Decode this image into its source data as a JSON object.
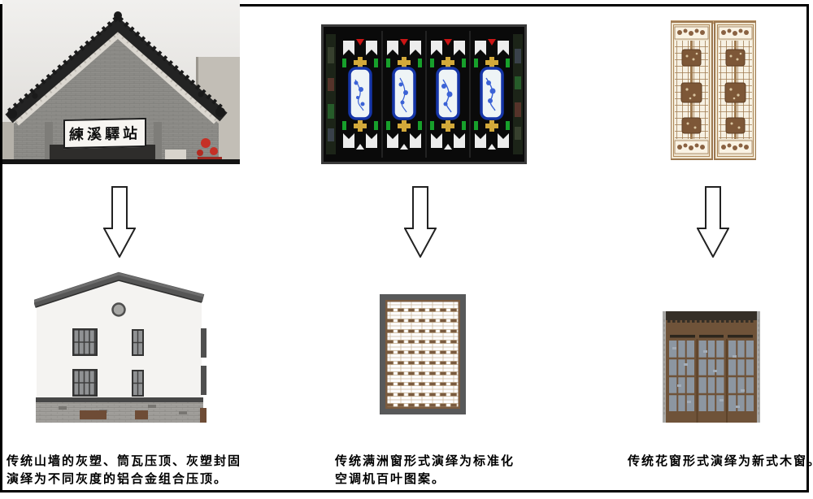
{
  "page": {
    "background": "#ffffff",
    "border_color": "#000000"
  },
  "left_column": {
    "sign_text": "練溪驛站",
    "caption": [
      "传统山墙的灰塑、筒瓦压顶、灰塑封固",
      "演绎为不同灰度的铝合金组合压顶。"
    ]
  },
  "middle_column": {
    "caption": [
      "传统满洲窗形式演绎为标准化",
      "空调机百叶图案。"
    ]
  },
  "right_column": {
    "caption": [
      "传统花窗形式演绎为新式木窗。"
    ]
  },
  "icons": {
    "arrow": "down-arrow"
  },
  "colors": {
    "caption_text": "#000000",
    "roof_dark": "#232323",
    "brick_gray": "#8e8d89",
    "plaster_white": "#f4f3f1",
    "coping_gray": "#4e4e4e",
    "wood_brown": "#6f5339",
    "louver_frame_gray": "#58595a",
    "louver_ground_brown": "#7a5b3f",
    "lattice_white": "#fdfdfd",
    "glass_blue_gray": "#8c96a1",
    "manchu_red": "#cc1515",
    "manchu_green": "#17a02b",
    "manchu_yellow": "#d3a93a",
    "porcelain_blue": "#1535a8",
    "carved_wood_tan": "#b08a5c",
    "carved_wood_dark": "#7d5737"
  }
}
